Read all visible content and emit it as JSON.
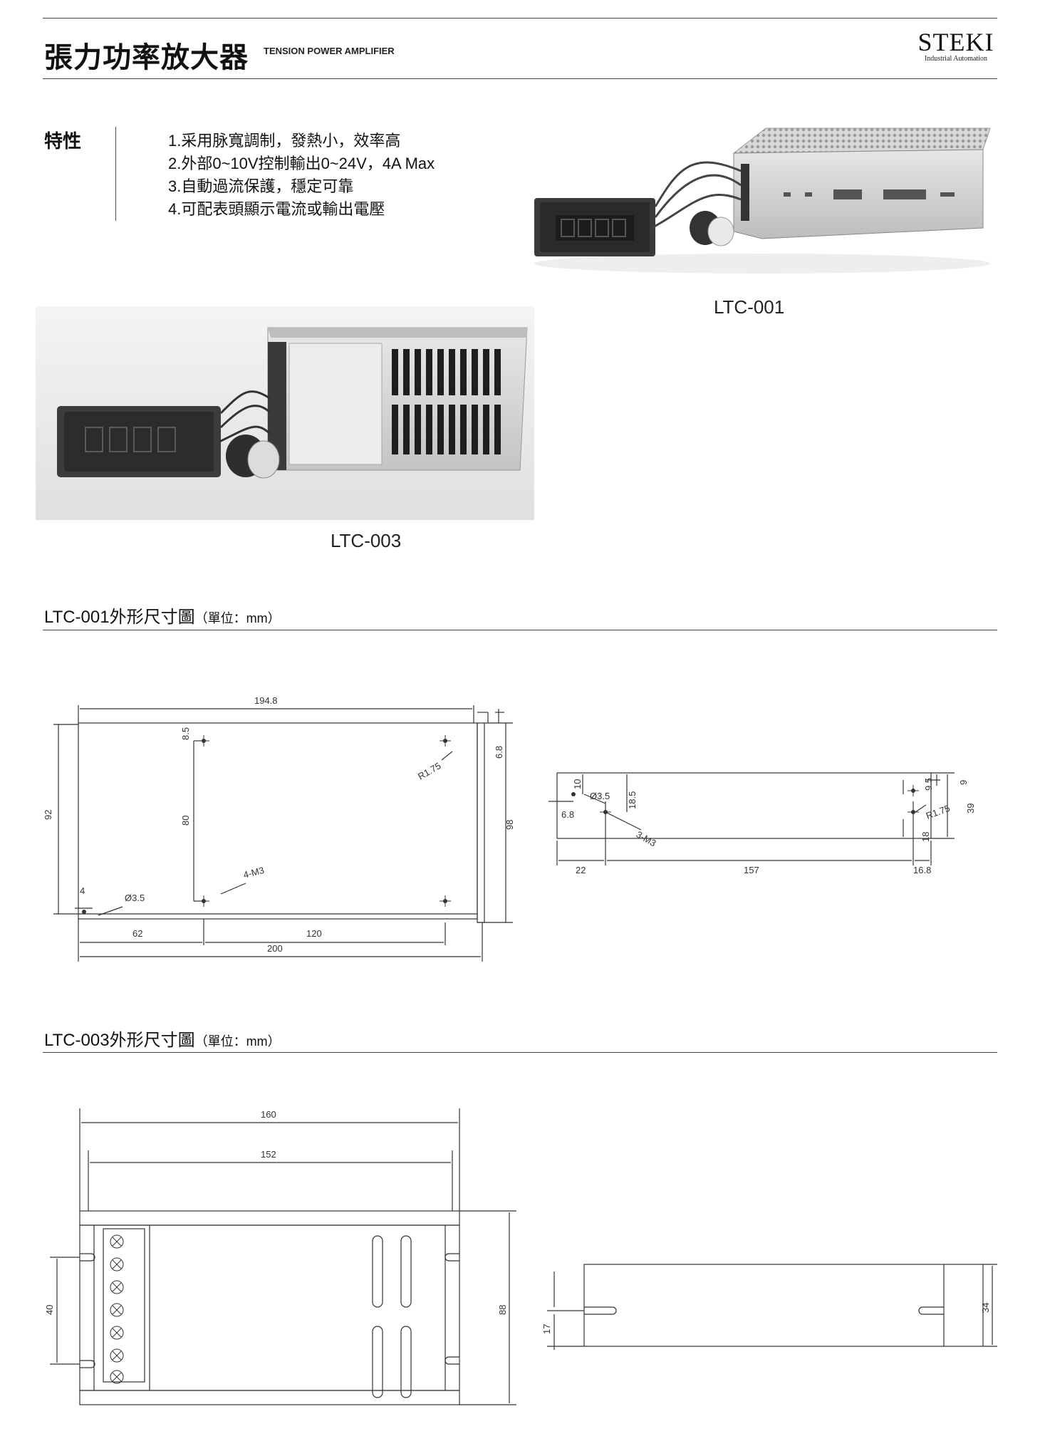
{
  "header": {
    "title_cn": "張力功率放大器",
    "title_en": "TENSION POWER AMPLIFIER",
    "logo_name": "STEKI",
    "logo_sub": "Industrial Automation"
  },
  "features": {
    "heading": "特性",
    "items": [
      "1.采用脉寬調制，發熱小，效率高",
      "2.外部0~10V控制輸出0~24V，4A Max",
      "3.自動過流保護，穩定可靠",
      "4.可配表頭顯示電流或輸出電壓"
    ]
  },
  "products": {
    "ltc001_caption": "LTC-001",
    "ltc003_caption": "LTC-003"
  },
  "sections": {
    "ltc001_title": "LTC-001外形尺寸圖",
    "ltc001_unit": "（單位：mm）",
    "ltc003_title": "LTC-003外形尺寸圖",
    "ltc003_unit": "（單位：mm）"
  },
  "dims_ltc001_top": {
    "width_inner": "194.8",
    "width_total": "200",
    "hole_x1": "62",
    "hole_x2": "120",
    "height_left": "92",
    "height_right": "98",
    "hole_spacing_y": "80",
    "hole_offset_top": "8.5",
    "flange": "6.8",
    "radius": "R1.75",
    "hole_dia": "Ø3.5",
    "hole_edge": "4",
    "screws": "4-M3"
  },
  "dims_ltc001_side": {
    "left_offset": "22",
    "length": "157",
    "right_offset": "16.8",
    "height": "39",
    "top_offset": "10",
    "offset_185": "18.5",
    "edge": "6.8",
    "hole_dia": "Ø3.5",
    "screws": "3-M3",
    "r_offset_95": "9.5",
    "r_offset_9": "9",
    "radius": "R1.75",
    "r_offset_18": "18"
  },
  "dims_ltc003_top": {
    "width_outer": "160",
    "width_inner": "152",
    "height": "88",
    "hole_spacing": "40"
  },
  "dims_ltc003_side": {
    "height": "34",
    "hole_height": "17"
  }
}
